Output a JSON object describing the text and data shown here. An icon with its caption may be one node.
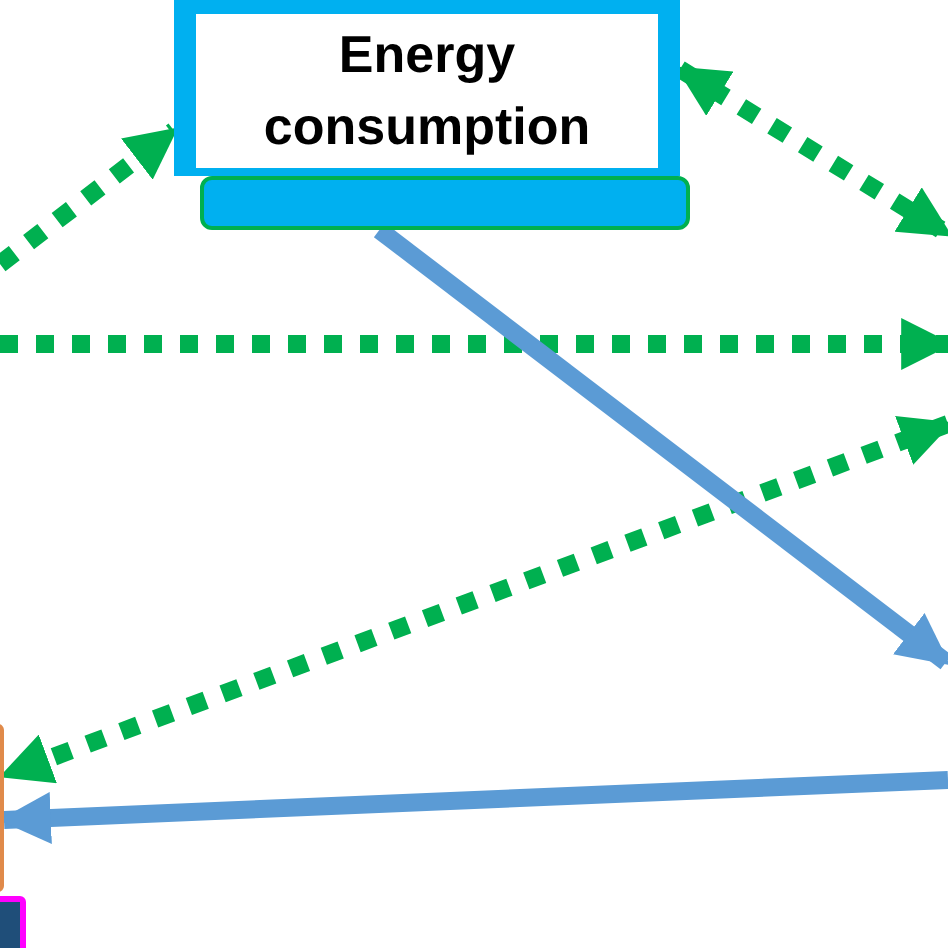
{
  "diagram": {
    "nodes": [
      {
        "text": [
          "Energy consumption"
        ]
      },
      {
        "text": [],
        "shape": "bar"
      },
      {
        "text": [],
        "shape": "box"
      },
      {
        "text": [],
        "shape": "box"
      }
    ],
    "edges": [
      {
        "from": null,
        "to": 0,
        "arrow": "to",
        "style": "dashed"
      },
      {
        "from": 0,
        "to": null,
        "arrow": "both",
        "style": "dashed"
      },
      {
        "from": null,
        "to": 2,
        "arrow": "both",
        "style": "dashed"
      },
      {
        "from": 1,
        "to": null,
        "arrow": "to",
        "color": "#5b9bd5"
      },
      {
        "from": null,
        "to": 2,
        "arrow": "to",
        "color": "#5b9bd5"
      }
    ]
  }
}
